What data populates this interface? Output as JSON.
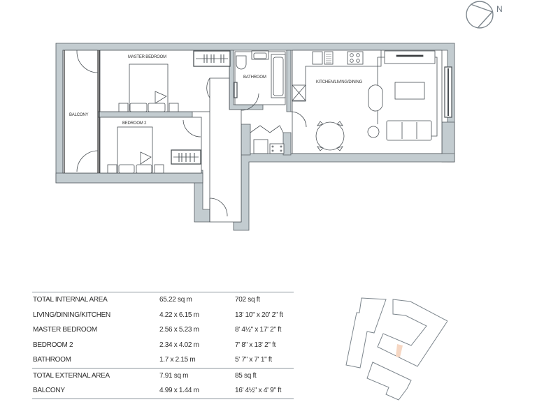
{
  "compass": {
    "label": "N",
    "icon": "north-compass-icon"
  },
  "floorplan": {
    "rooms": [
      {
        "name": "MASTER BEDROOM",
        "label": "MASTER BEDROOM"
      },
      {
        "name": "BEDROOM 2",
        "label": "BEDROOM 2"
      },
      {
        "name": "BALCONY",
        "label": "BALCONY"
      },
      {
        "name": "BATHROOM",
        "label": "BATHROOM"
      },
      {
        "name": "KITCHEN/LIVING/DINING",
        "label": "KITCHEN/LIVING/DINING"
      }
    ],
    "colors": {
      "wall": "#c3ccd0",
      "line": "#444a4f",
      "highlight": "#f6d7c3"
    }
  },
  "schedule": {
    "rows": [
      {
        "label": "TOTAL INTERNAL AREA",
        "metric": "65.22 sq m",
        "imperial": "702 sq ft"
      },
      {
        "label": "LIVING/DINING/KITCHEN",
        "metric": "4.22 x 6.15 m",
        "imperial": "13' 10\" x 20' 2\" ft"
      },
      {
        "label": "MASTER BEDROOM",
        "metric": "2.56 x 5.23 m",
        "imperial": "8' 4½\" x 17' 2\" ft"
      },
      {
        "label": "BEDROOM 2",
        "metric": "2.34 x 4.02 m",
        "imperial": "7' 8\" x 13' 2\" ft"
      },
      {
        "label": "BATHROOM",
        "metric": "1.7 x 2.15 m",
        "imperial": "5' 7\" x 7' 1\" ft"
      },
      {
        "label": "TOTAL EXTERNAL AREA",
        "metric": "7.91 sq m",
        "imperial": "85 sq ft"
      },
      {
        "label": "BALCONY",
        "metric": "4.99 x 1.44 m",
        "imperial": "16' 4½\" x 4' 9\" ft"
      }
    ]
  },
  "site_plan": {
    "icon": "site-keyplan-icon",
    "highlight_color": "#f6d7c3"
  }
}
